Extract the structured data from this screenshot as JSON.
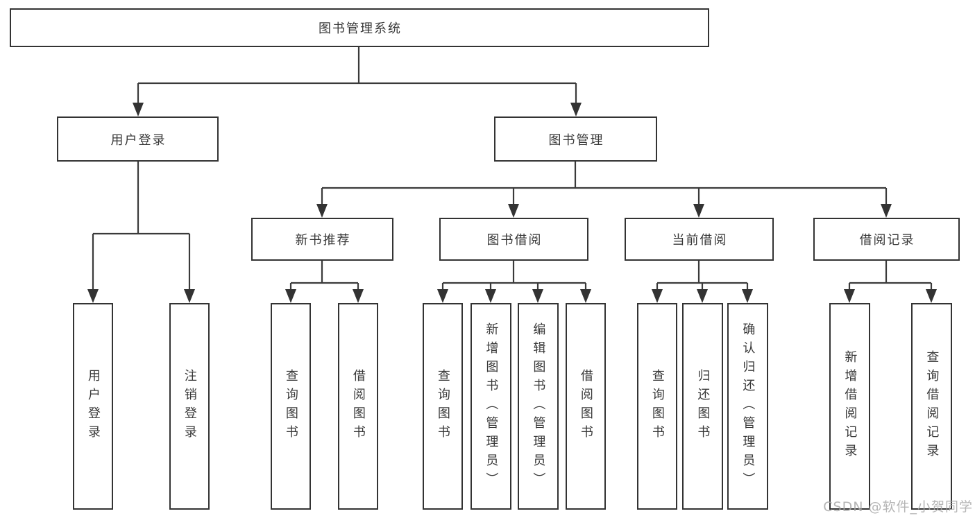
{
  "diagram": {
    "root": {
      "label": "图书管理系统"
    },
    "branches": [
      {
        "label": "用户登录",
        "children": [
          {
            "label": "用户登录"
          },
          {
            "label": "注销登录"
          }
        ]
      },
      {
        "label": "图书管理",
        "children": [
          {
            "label": "新书推荐",
            "children": [
              {
                "label": "查询图书"
              },
              {
                "label": "借阅图书"
              }
            ]
          },
          {
            "label": "图书借阅",
            "children": [
              {
                "label": "查询图书"
              },
              {
                "label": "新增图书（管理员）"
              },
              {
                "label": "编辑图书（管理员）"
              },
              {
                "label": "借阅图书"
              }
            ]
          },
          {
            "label": "当前借阅",
            "children": [
              {
                "label": "查询图书"
              },
              {
                "label": "归还图书"
              },
              {
                "label": "确认归还（管理员）"
              }
            ]
          },
          {
            "label": "借阅记录",
            "children": [
              {
                "label": "新增借阅记录"
              },
              {
                "label": "查询借阅记录"
              }
            ]
          }
        ]
      }
    ]
  },
  "watermark": {
    "text": "CSDN @软件_小贺同学"
  },
  "colors": {
    "line": "#3a3a3a",
    "box_border": "#333333",
    "text": "#383838",
    "watermark": "#a8a8a8",
    "background": "#ffffff"
  }
}
